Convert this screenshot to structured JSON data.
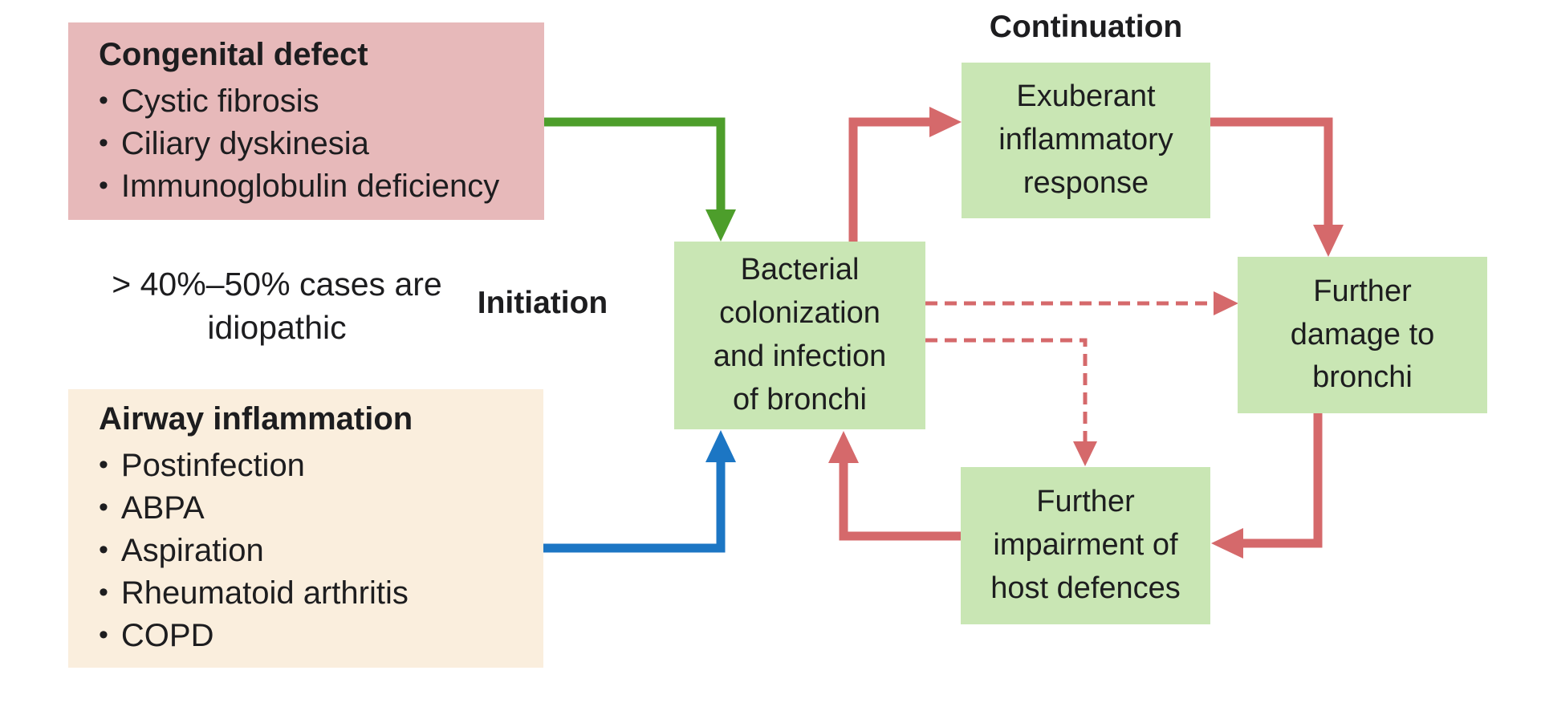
{
  "colors": {
    "box-pink": "#e7b9ba",
    "box-cream": "#faeedd",
    "box-green": "#c9e6b4",
    "arrow-green": "#4d9e2b",
    "arrow-blue": "#1c76c4",
    "arrow-red": "#d5696b",
    "ink": "#1d1d1f"
  },
  "bullet": "•",
  "labels": {
    "initiation": "Initiation",
    "continuation": "Continuation"
  },
  "note": "> 40%–50% cases are\nidiopathic",
  "causes": {
    "congenital": {
      "title": "Congenital defect",
      "items": [
        "Cystic fibrosis",
        "Ciliary dyskinesia",
        "Immunoglobulin deficiency"
      ]
    },
    "airway": {
      "title": "Airway inflammation",
      "items": [
        "Postinfection",
        "ABPA",
        "Aspiration",
        "Rheumatoid arthritis",
        "COPD"
      ]
    }
  },
  "nodes": {
    "bacterial": "Bacterial\ncolonization\nand infection\nof bronchi",
    "exuberant": "Exuberant\ninflammatory\nresponse",
    "damage": "Further\ndamage to\nbronchi",
    "impairment": "Further\nimpairment of\nhost defences"
  },
  "edges": [
    {
      "from": "Congenital defect",
      "to": "Bacterial colonization and infection of bronchi",
      "style": "solid",
      "color": "green"
    },
    {
      "from": "Airway inflammation",
      "to": "Bacterial colonization and infection of bronchi",
      "style": "solid",
      "color": "blue"
    },
    {
      "from": "Bacterial colonization and infection of bronchi",
      "to": "Exuberant inflammatory response",
      "style": "solid",
      "color": "red"
    },
    {
      "from": "Exuberant inflammatory response",
      "to": "Further damage to bronchi",
      "style": "solid",
      "color": "red"
    },
    {
      "from": "Further damage to bronchi",
      "to": "Further impairment of host defences",
      "style": "solid",
      "color": "red"
    },
    {
      "from": "Further impairment of host defences",
      "to": "Bacterial colonization and infection of bronchi",
      "style": "solid",
      "color": "red"
    },
    {
      "from": "Bacterial colonization and infection of bronchi",
      "to": "Further damage to bronchi",
      "style": "dashed",
      "color": "red"
    },
    {
      "from": "Bacterial colonization and infection of bronchi",
      "to": "Further impairment of host defences",
      "style": "dashed",
      "color": "red"
    }
  ]
}
